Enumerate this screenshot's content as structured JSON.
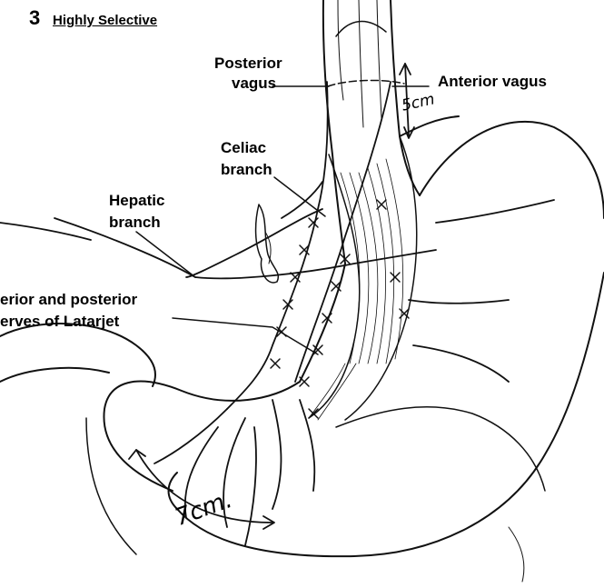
{
  "figure": {
    "number": "3",
    "title": "Highly Selective"
  },
  "labels": {
    "posterior_vagus": [
      "Posterior",
      "vagus"
    ],
    "anterior_vagus": "Anterior vagus",
    "celiac_branch": [
      "Celiac",
      "branch"
    ],
    "hepatic_branch": [
      "Hepatic",
      "branch"
    ],
    "latarjet": [
      "erior and posterior",
      "erves of Latarjet"
    ]
  },
  "measurements": {
    "upper": "5cm",
    "lower": "7cm."
  }
}
